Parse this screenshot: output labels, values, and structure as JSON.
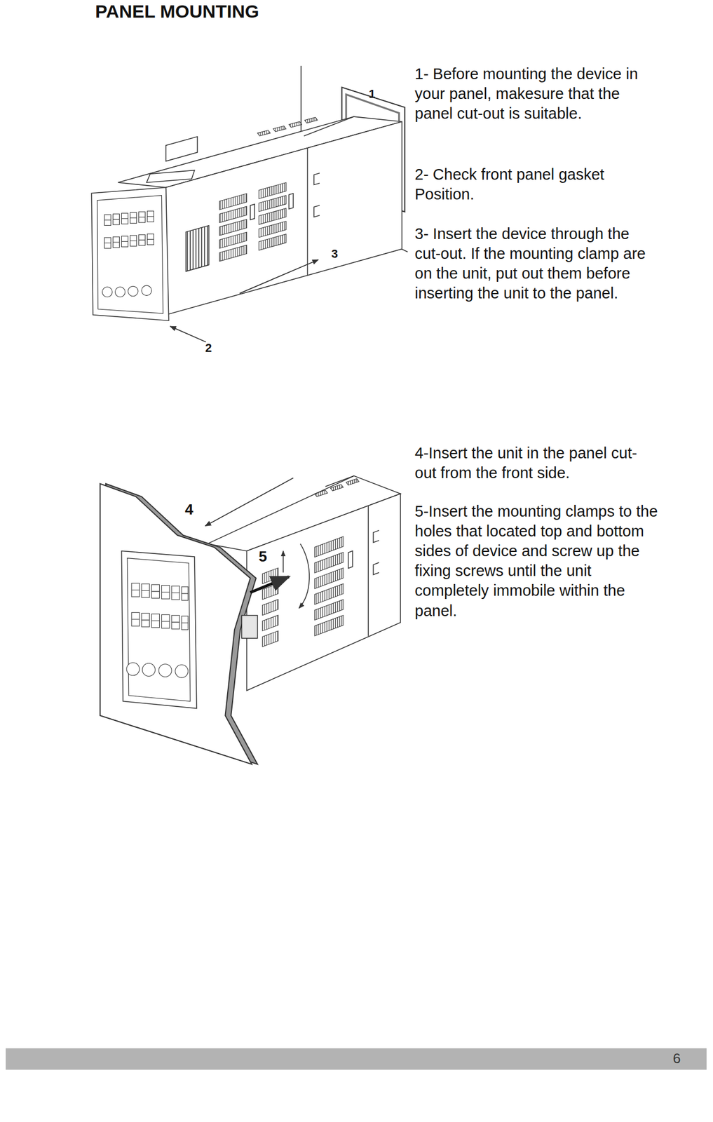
{
  "diagram": {
    "title": "PANEL MOUNTING",
    "labels": [
      "1- Before mounting the device in your panel, makesure that the panel cut-out is suitable.",
      "1",
      "2- Check front panel gasket Position.",
      "3- Insert the device through the cut-out. If the mounting clamp are on the unit, put out them before inserting the unit to the panel.",
      "3",
      "2",
      "4-Insert the unit in the panel cut-out from the front side.",
      "4",
      "5",
      "5-Insert the mounting clamps to the holes that located top and bottom sides of device and screw up the fixing screws until the unit completely immobile within the panel.",
      "6"
    ]
  }
}
